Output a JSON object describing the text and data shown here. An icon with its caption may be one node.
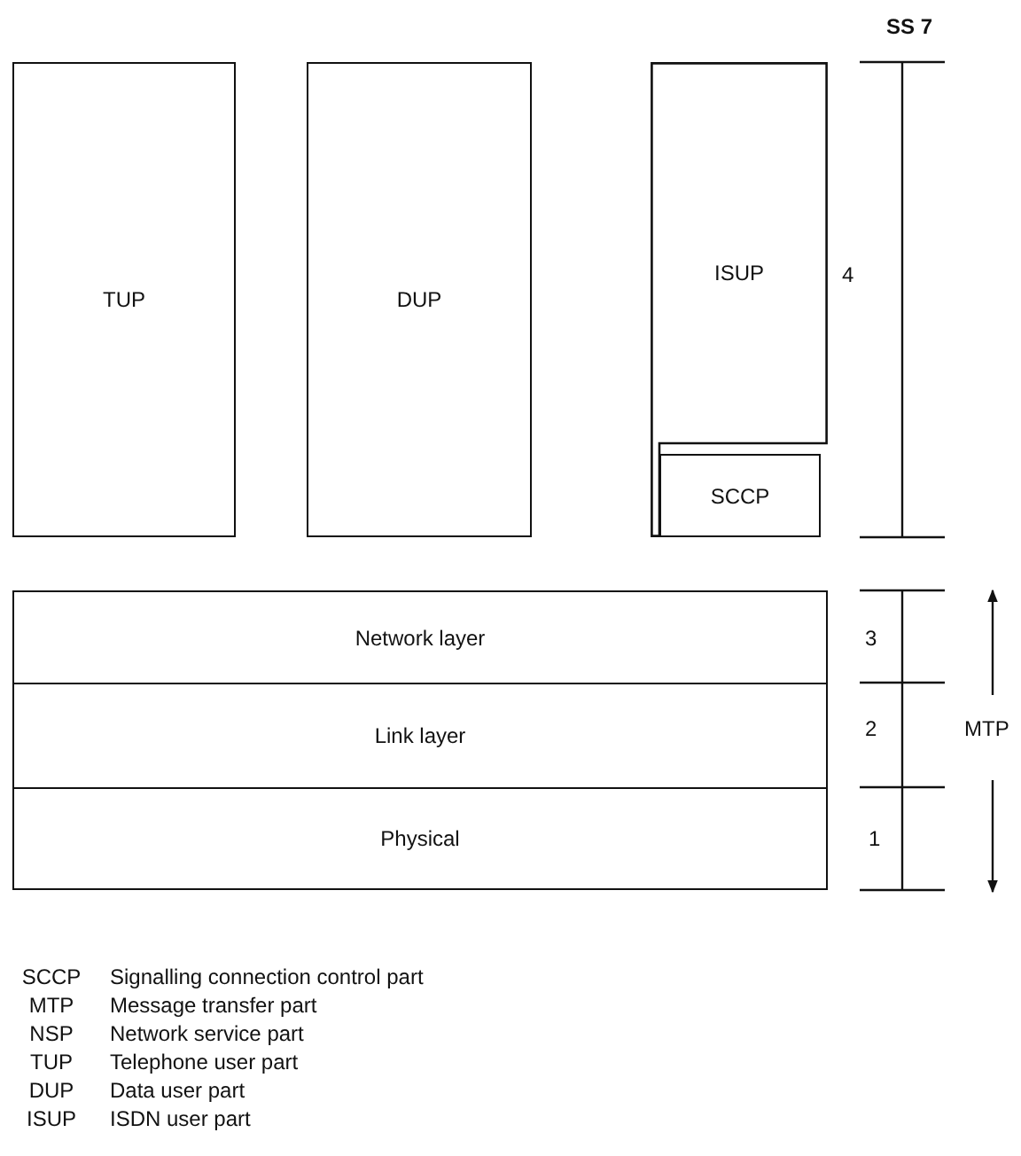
{
  "diagram": {
    "nodes": [
      {
        "text": [
          "TUP"
        ]
      },
      {
        "text": [
          "DUP"
        ]
      },
      {
        "text": [
          "ISUP"
        ]
      },
      {
        "text": [
          "SCCP"
        ]
      },
      {
        "text": [
          "Network layer"
        ]
      },
      {
        "text": [
          "Link layer"
        ]
      },
      {
        "text": [
          "Physical"
        ]
      }
    ],
    "edges": [],
    "labels": [
      "SS 7",
      "4",
      "3",
      "2",
      "1",
      "MTP",
      "SCCP",
      "Signalling connection control part",
      "MTP",
      "Message transfer part",
      "NSP",
      "Network service part",
      "TUP",
      "Telephone user part",
      "DUP",
      "Data user part",
      "ISUP",
      "ISDN user part"
    ]
  }
}
